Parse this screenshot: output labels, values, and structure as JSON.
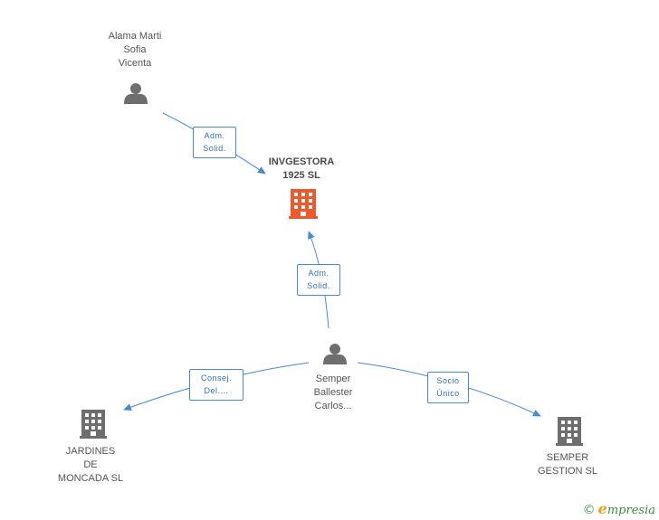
{
  "nodes": {
    "main_company": {
      "lines": [
        "INVGESTORA",
        "1925  SL"
      ],
      "color": "#ee5a2c"
    },
    "person_alama": {
      "lines": [
        "Alama Marti",
        "Sofia",
        "Vicenta"
      ]
    },
    "person_semper": {
      "lines": [
        "Semper",
        "Ballester",
        "Carlos..."
      ]
    },
    "company_jardines": {
      "lines": [
        "JARDINES",
        "DE",
        "MONCADA SL"
      ]
    },
    "company_semper_gestion": {
      "lines": [
        "SEMPER",
        "GESTION SL"
      ]
    }
  },
  "edges": {
    "alama_to_main": [
      "Adm.",
      "Solid."
    ],
    "semper_to_main": [
      "Adm.",
      "Solid."
    ],
    "semper_to_jardines": [
      "Consej.",
      "Del...."
    ],
    "semper_to_gestion": [
      "Socio",
      "Único"
    ]
  },
  "colors": {
    "edge": "#4a8ad4",
    "icon_gray": "#6e6e6e",
    "main_company": "#ee5a2c"
  },
  "footer": {
    "copyright_symbol": "©",
    "brand_initial": "e",
    "brand_rest": "mpresia"
  }
}
